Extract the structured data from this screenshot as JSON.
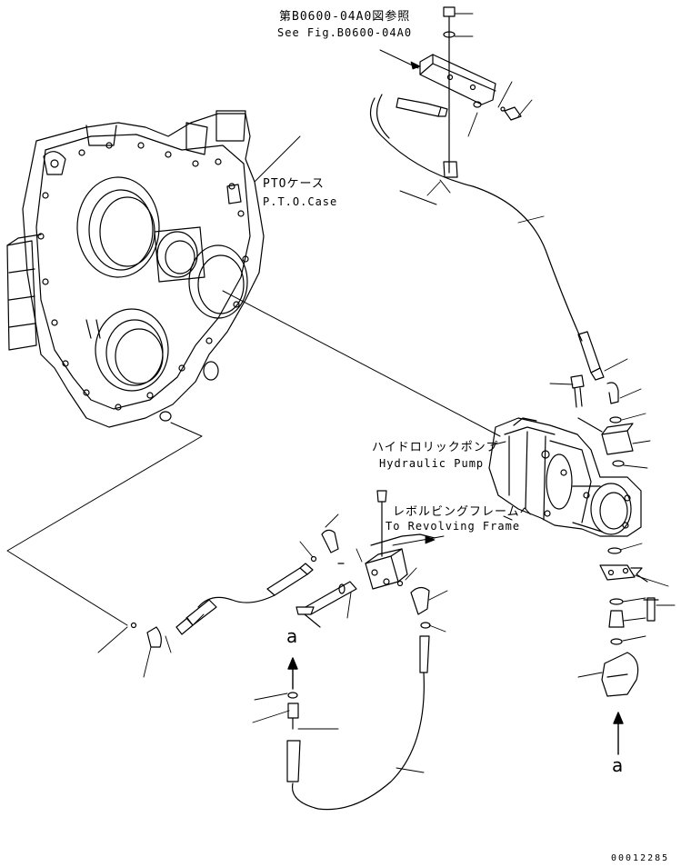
{
  "labels": {
    "ref_jp": "第B0600-04A0図参照",
    "ref_en": "See Fig.B0600-04A0",
    "pto_jp": "PTOケース",
    "pto_en": "P.T.O.Case",
    "pump_jp": "ハイドロリックポンプ",
    "pump_en": "Hydraulic Pump",
    "frame_jp": "レボルビングフレームへ",
    "frame_en": "To Revolving Frame",
    "view_left": "a",
    "view_right": "a",
    "doc_number": "00012285"
  },
  "colors": {
    "line": "#000000",
    "background": "#ffffff"
  }
}
